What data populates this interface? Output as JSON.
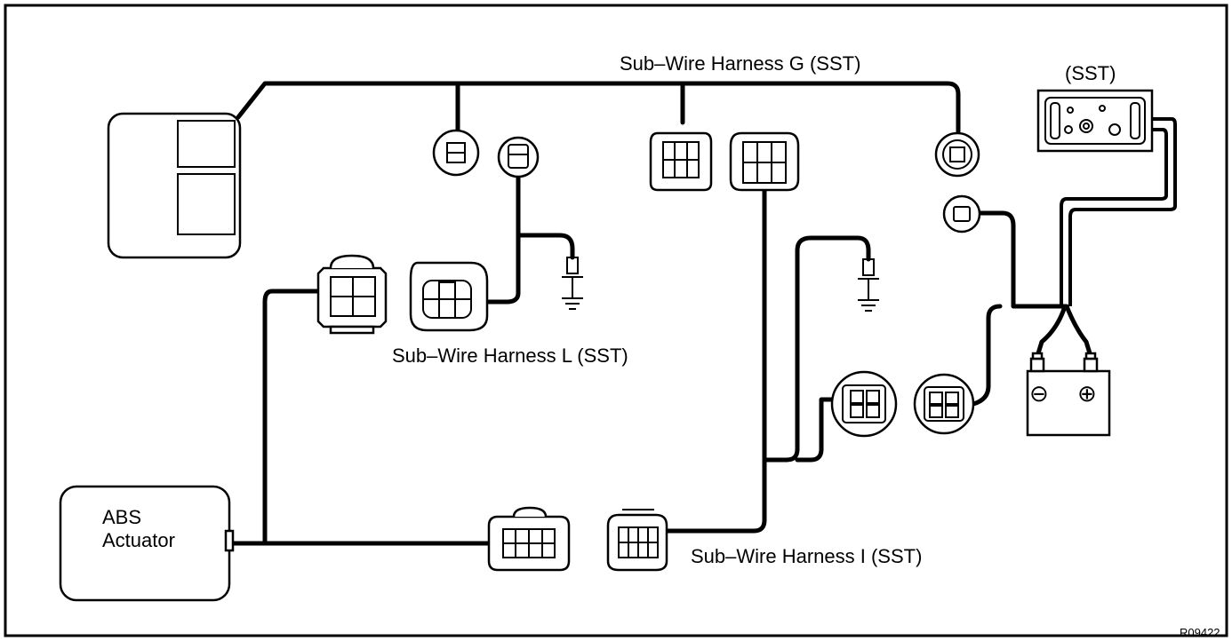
{
  "labels": {
    "harness_g": "Sub–Wire Harness G (SST)",
    "harness_l": "Sub–Wire Harness L (SST)",
    "harness_i": "Sub–Wire Harness I (SST)",
    "sst": "(SST)",
    "abs_line1": "ABS",
    "abs_line2": "Actuator",
    "figure_code": "R09422"
  },
  "battery": {
    "negative_symbol": "⊖",
    "positive_symbol": "⊕"
  },
  "colors": {
    "line": "#000000",
    "background": "#ffffff"
  }
}
